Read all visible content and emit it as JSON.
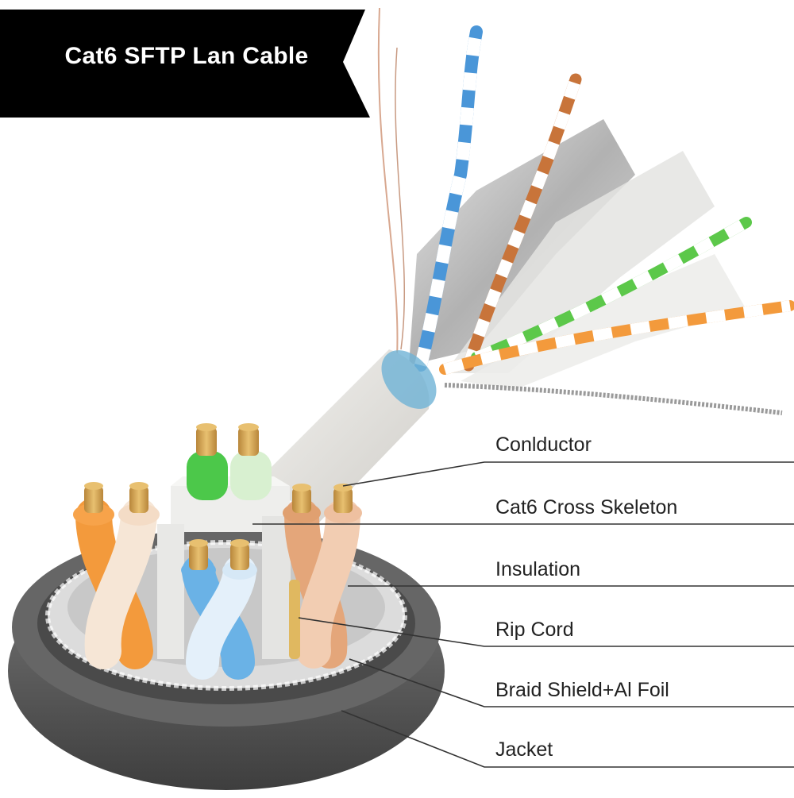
{
  "title": "Cat6 SFTP Lan Cable",
  "labels": {
    "conductor": "Conlductor",
    "skeleton": "Cat6 Cross Skeleton",
    "insulation": "Insulation",
    "rip_cord": "Rip Cord",
    "shield": "Braid Shield+Al Foil",
    "jacket": "Jacket"
  },
  "colors": {
    "banner": "#000000",
    "jacket": "#5a5a5a",
    "skeleton": "#e8e8e6",
    "orange_pair": "#f39a3c",
    "green_pair": "#5cc84a",
    "blue_pair": "#5aa6e0",
    "brown_pair": "#d99468",
    "copper": "#d9a84f",
    "leader_line": "#333333"
  }
}
